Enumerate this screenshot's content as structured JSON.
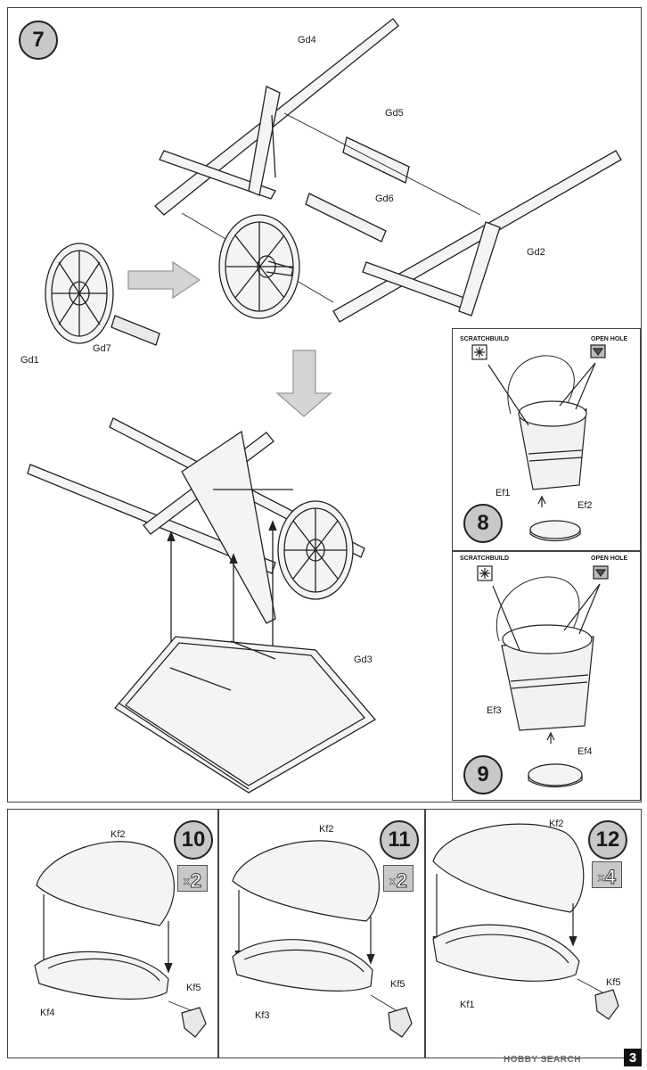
{
  "step7": {
    "number": "7",
    "labels": {
      "gd4": "Gd4",
      "gd5": "Gd5",
      "gd6": "Gd6",
      "gd2": "Gd2",
      "gd1": "Gd1",
      "gd7": "Gd7",
      "gd3": "Gd3"
    }
  },
  "step8": {
    "number": "8",
    "scratchbuild": "SCRATCHBUILD",
    "open_hole": "OPEN HOLE",
    "ef1": "Ef1",
    "ef2": "Ef2"
  },
  "step9": {
    "number": "9",
    "scratchbuild": "SCRATCHBUILD",
    "open_hole": "OPEN HOLE",
    "ef3": "Ef3",
    "ef4": "Ef4"
  },
  "step10": {
    "number": "10",
    "multiplier_x": "x",
    "multiplier_n": "2",
    "top": "Kf2",
    "bottom": "Kf4",
    "small": "Kf5"
  },
  "step11": {
    "number": "11",
    "multiplier_x": "x",
    "multiplier_n": "2",
    "top": "Kf2",
    "bottom": "Kf3",
    "small": "Kf5"
  },
  "step12": {
    "number": "12",
    "multiplier_x": "x",
    "multiplier_n": "4",
    "top": "Kf2",
    "bottom": "Kf1",
    "small": "Kf5"
  },
  "footer": {
    "watermark": "HOBBY SEARCH",
    "page_number": "3"
  }
}
